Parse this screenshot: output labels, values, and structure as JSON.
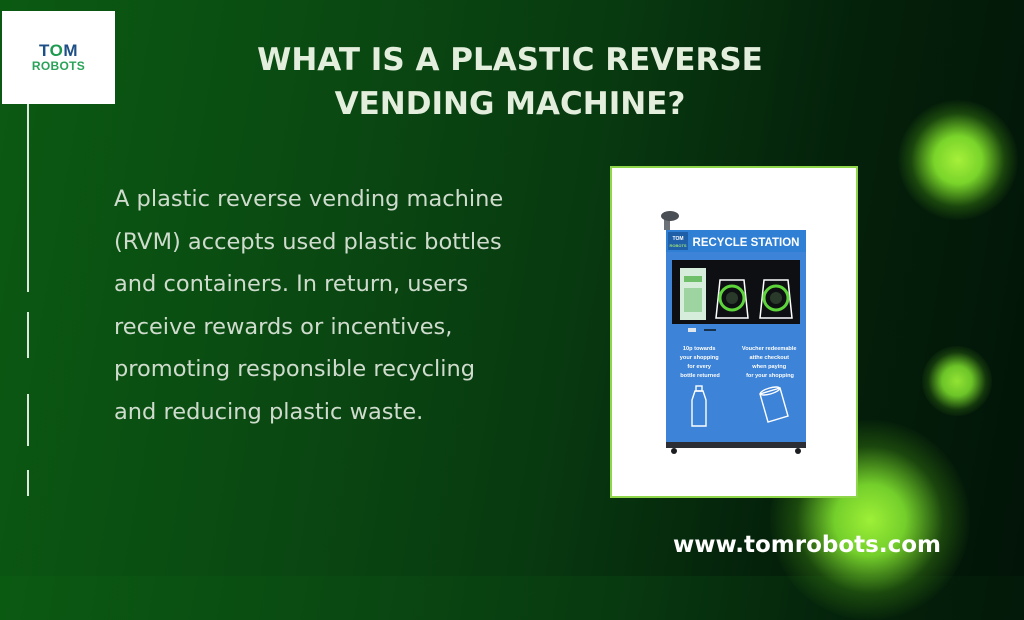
{
  "logo": {
    "line1_a": "T",
    "line1_o": "O",
    "line1_b": "M",
    "line2": "ROBOTS"
  },
  "title": "WHAT IS A PLASTIC REVERSE VENDING MACHINE?",
  "body_lines": [
    "A plastic reverse vending machine",
    "(RVM) accepts used plastic bottles",
    "and containers. In return, users",
    "receive rewards or incentives,",
    "promoting responsible recycling",
    "and reducing plastic waste."
  ],
  "machine": {
    "badge_top": "TOM",
    "badge_bottom": "ROBOTS",
    "header": "RECYCLE STATION",
    "left_text": [
      "10p towards",
      "your shopping",
      "for every",
      "bottle returned"
    ],
    "right_text": [
      "Voucher redeemable",
      "atthe checkout",
      "when paying",
      "for your shopping"
    ]
  },
  "footer": {
    "url": "www.tomrobots.com"
  },
  "colors": {
    "accent_green": "#8fd64a",
    "machine_blue": "#3d83d8",
    "title_text": "#e4eedd"
  }
}
